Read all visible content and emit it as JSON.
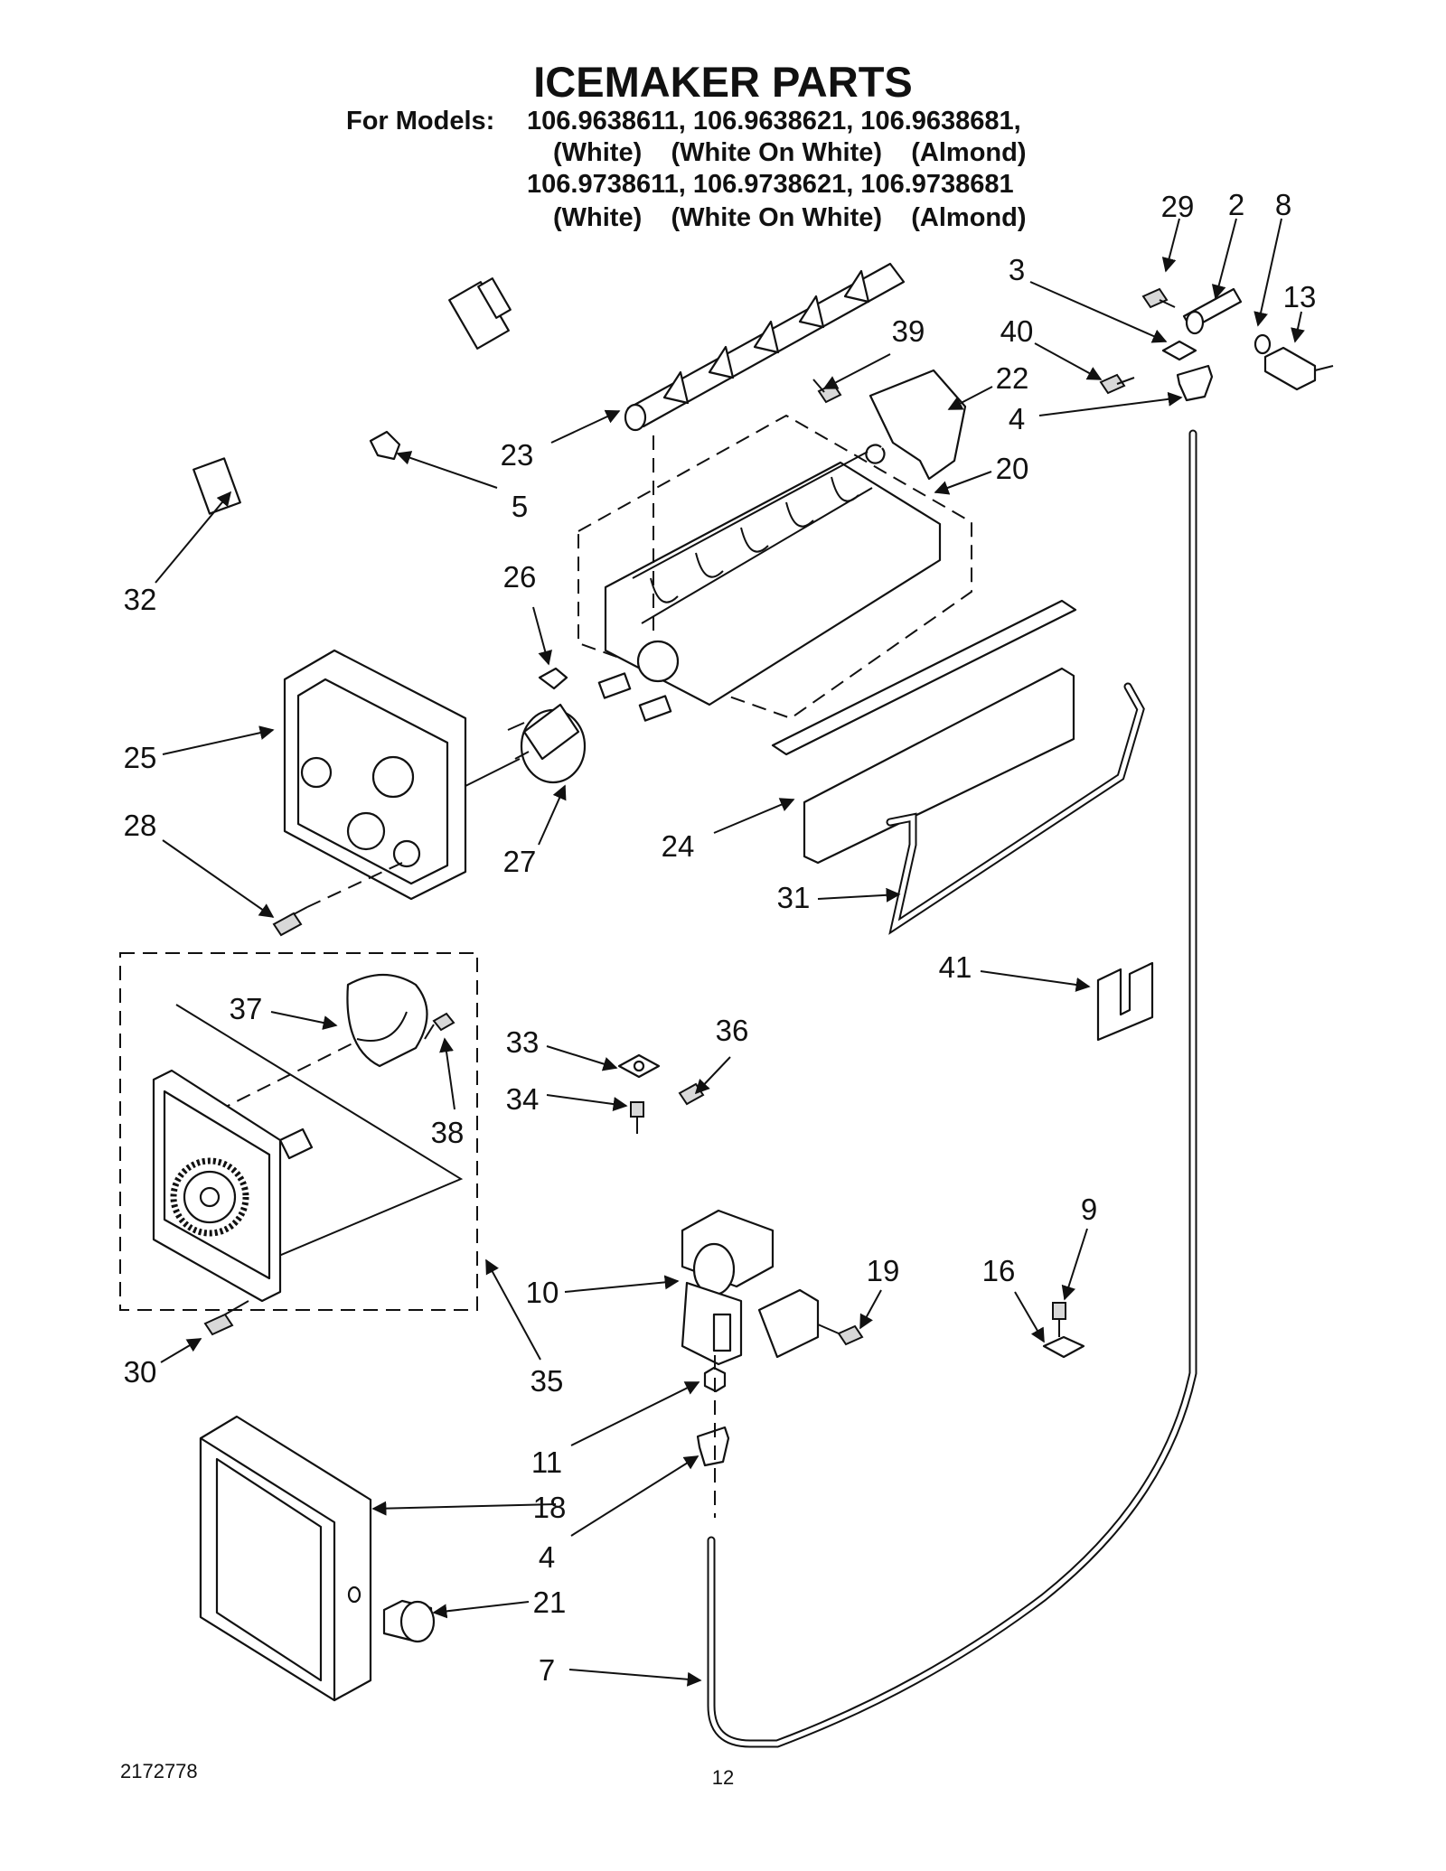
{
  "header": {
    "title": "ICEMAKER PARTS",
    "models_label": "For Models:",
    "row1": "106.9638611, 106.9638621, 106.9638681,",
    "row1_colors": "(White)    (White On White)    (Almond)",
    "row2": "106.9738611, 106.9738621, 106.9738681",
    "row2_colors": "(White)    (White On White)    (Almond)"
  },
  "callouts": [
    "29",
    "2",
    "8",
    "13",
    "3",
    "40",
    "4",
    "39",
    "22",
    "23",
    "20",
    "5",
    "32",
    "26",
    "25",
    "27",
    "24",
    "28",
    "31",
    "41",
    "37",
    "38",
    "33",
    "36",
    "34",
    "10",
    "19",
    "9",
    "16",
    "30",
    "35",
    "11",
    "18",
    "4",
    "21",
    "7"
  ],
  "footer": {
    "doc_number": "2172778",
    "page_number": "12"
  }
}
